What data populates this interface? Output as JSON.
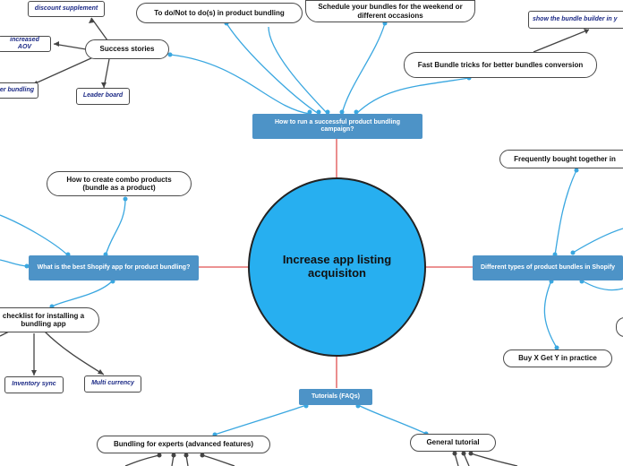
{
  "center": {
    "title": "Increase app listing acquisiton"
  },
  "main_topics": {
    "campaign": "How to run a successful product bundling campaign?",
    "best_app": "What is the best Shopify app for product bundling?",
    "types": "Different types of product bundles in Shopify",
    "tutorials": "Tutorials (FAQs)"
  },
  "subtopics": {
    "todo": "To do/Not to do(s) in product bundling",
    "schedule": "Schedule your bundles for the weekend or different occasions",
    "success": "Success stories",
    "fast_tricks": "Fast Bundle tricks for better bundles conversion",
    "combo": "How to create combo products (bundle as a product)",
    "checklist": "checklist for installing a bundling app",
    "fbt": "Frequently bought together in",
    "bxgy": "Buy X Get Y in practice",
    "experts": "Bundling for experts (advanced features)",
    "general": "General tutorial"
  },
  "tags": {
    "discount_supplement": "discount supplement",
    "increased_aov": "increased AOV",
    "er_bundling": "er bundling",
    "leader_board": "Leader board",
    "show_builder": "show the bundle builder in y",
    "inventory_sync": "Inventory sync",
    "multi_currency": "Multi currency"
  },
  "colors": {
    "center_fill": "#27aff0",
    "main_fill": "#4d93c7",
    "link_blue": "#3aa7e0",
    "link_red": "#e05050",
    "link_dark": "#444444",
    "tag_text": "#1c2a86"
  }
}
